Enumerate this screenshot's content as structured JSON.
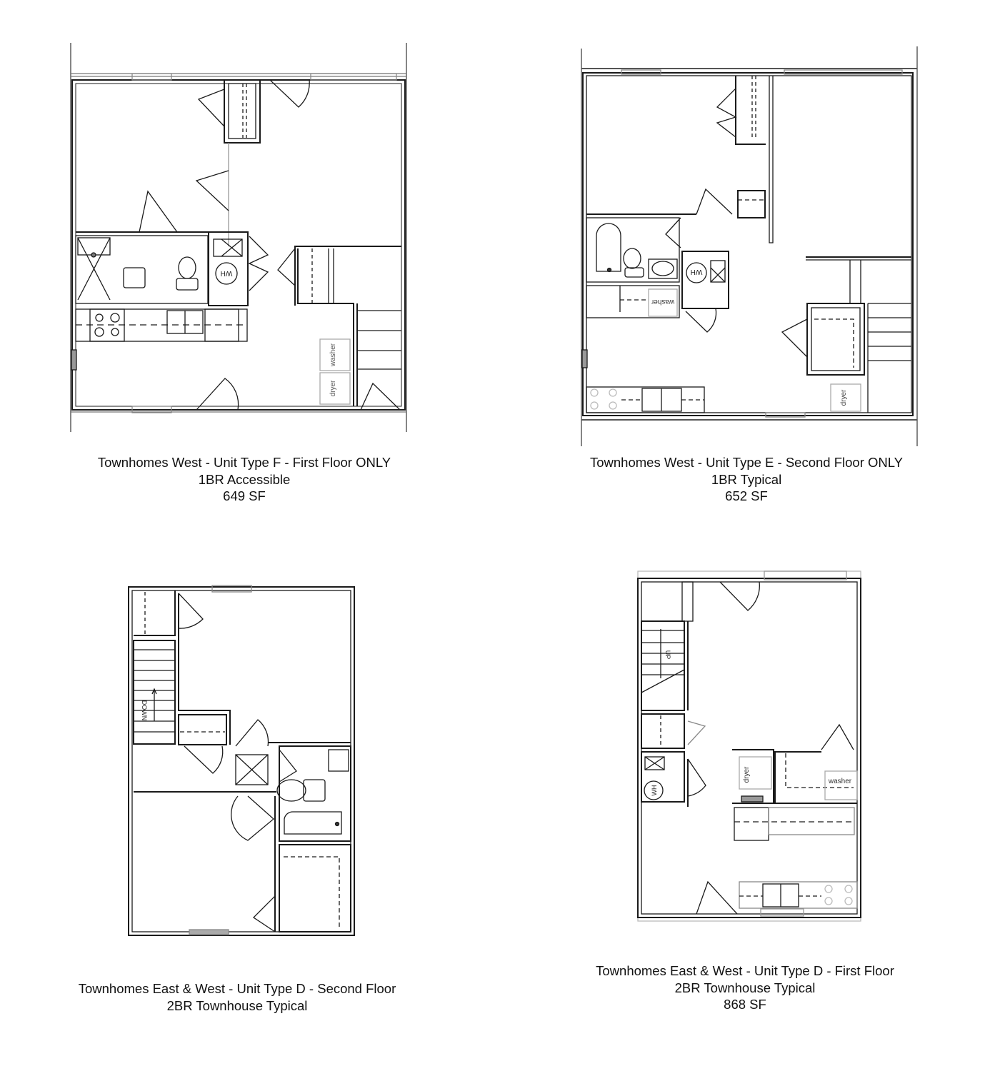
{
  "plans": [
    {
      "id": "type-f-first-floor",
      "title": "Townhomes West - Unit Type F - First Floor ONLY",
      "subtitle": "1BR Accessible",
      "area": "649 SF",
      "labels": {
        "washer": "washer",
        "dryer": "dryer",
        "water_heater": "WH"
      }
    },
    {
      "id": "type-e-second-floor",
      "title": "Townhomes West - Unit Type E - Second Floor ONLY",
      "subtitle": "1BR Typical",
      "area": "652 SF",
      "labels": {
        "washer": "washer",
        "dryer": "dryer",
        "water_heater": "WH"
      }
    },
    {
      "id": "type-d-second-floor",
      "title": "Townhomes East & West - Unit Type D - Second Floor",
      "subtitle": "2BR Townhouse Typical",
      "labels": {
        "stairs": "DOWN"
      }
    },
    {
      "id": "type-d-first-floor",
      "title": "Townhomes East & West - Unit Type D - First Floor",
      "subtitle": "2BR Townhouse Typical",
      "area": "868 SF",
      "labels": {
        "stairs": "UP",
        "washer": "washer",
        "dryer": "dryer",
        "water_heater": "WH"
      }
    }
  ],
  "colors": {
    "line": "#1a1a1a",
    "light_line": "#9a9a9a",
    "background": "#ffffff"
  }
}
